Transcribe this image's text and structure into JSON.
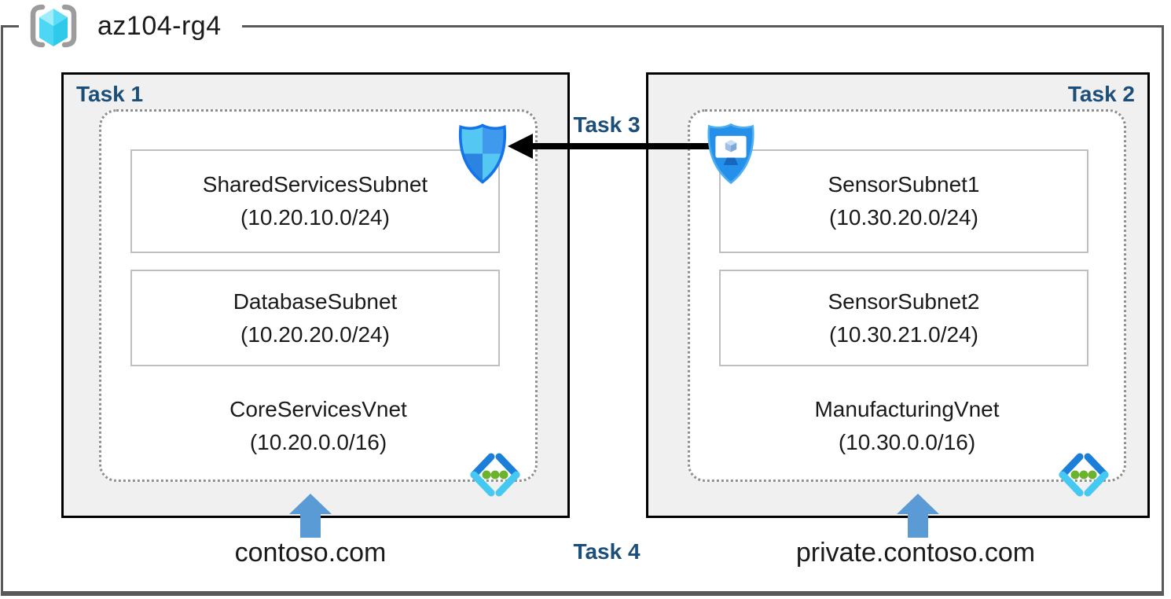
{
  "header": {
    "resource_group_name": "az104-rg4"
  },
  "tasks": {
    "task1": "Task 1",
    "task2": "Task 2",
    "task3": "Task 3",
    "task4": "Task 4"
  },
  "left_vnet": {
    "name": "CoreServicesVnet",
    "cidr": "(10.20.0.0/16)",
    "dns_label": "contoso.com",
    "subnets": [
      {
        "name": "SharedServicesSubnet",
        "cidr": "(10.20.10.0/24)"
      },
      {
        "name": "DatabaseSubnet",
        "cidr": "(10.20.20.0/24)"
      }
    ]
  },
  "right_vnet": {
    "name": "ManufacturingVnet",
    "cidr": "(10.30.0.0/16)",
    "dns_label": "private.contoso.com",
    "subnets": [
      {
        "name": "SensorSubnet1",
        "cidr": "(10.30.20.0/24)"
      },
      {
        "name": "SensorSubnet2",
        "cidr": "(10.30.21.0/24)"
      }
    ]
  },
  "icons": {
    "resource_group": "resource-group-icon",
    "nsg": "network-security-group-icon",
    "bastion": "bastion-icon",
    "vnet": "virtual-network-icon",
    "dns_arrow": "up-arrow-icon",
    "peering_arrow": "left-arrow-icon"
  },
  "colors": {
    "task_label": "#1B4E79",
    "box_fill": "#F0F0F0",
    "box_border": "#000000",
    "subnet_border": "#BFBFBF",
    "dashed_border": "#8F8F8F",
    "frame_border": "#595959",
    "blue_arrow": "#5B9BD5",
    "black_arrow": "#000000"
  }
}
